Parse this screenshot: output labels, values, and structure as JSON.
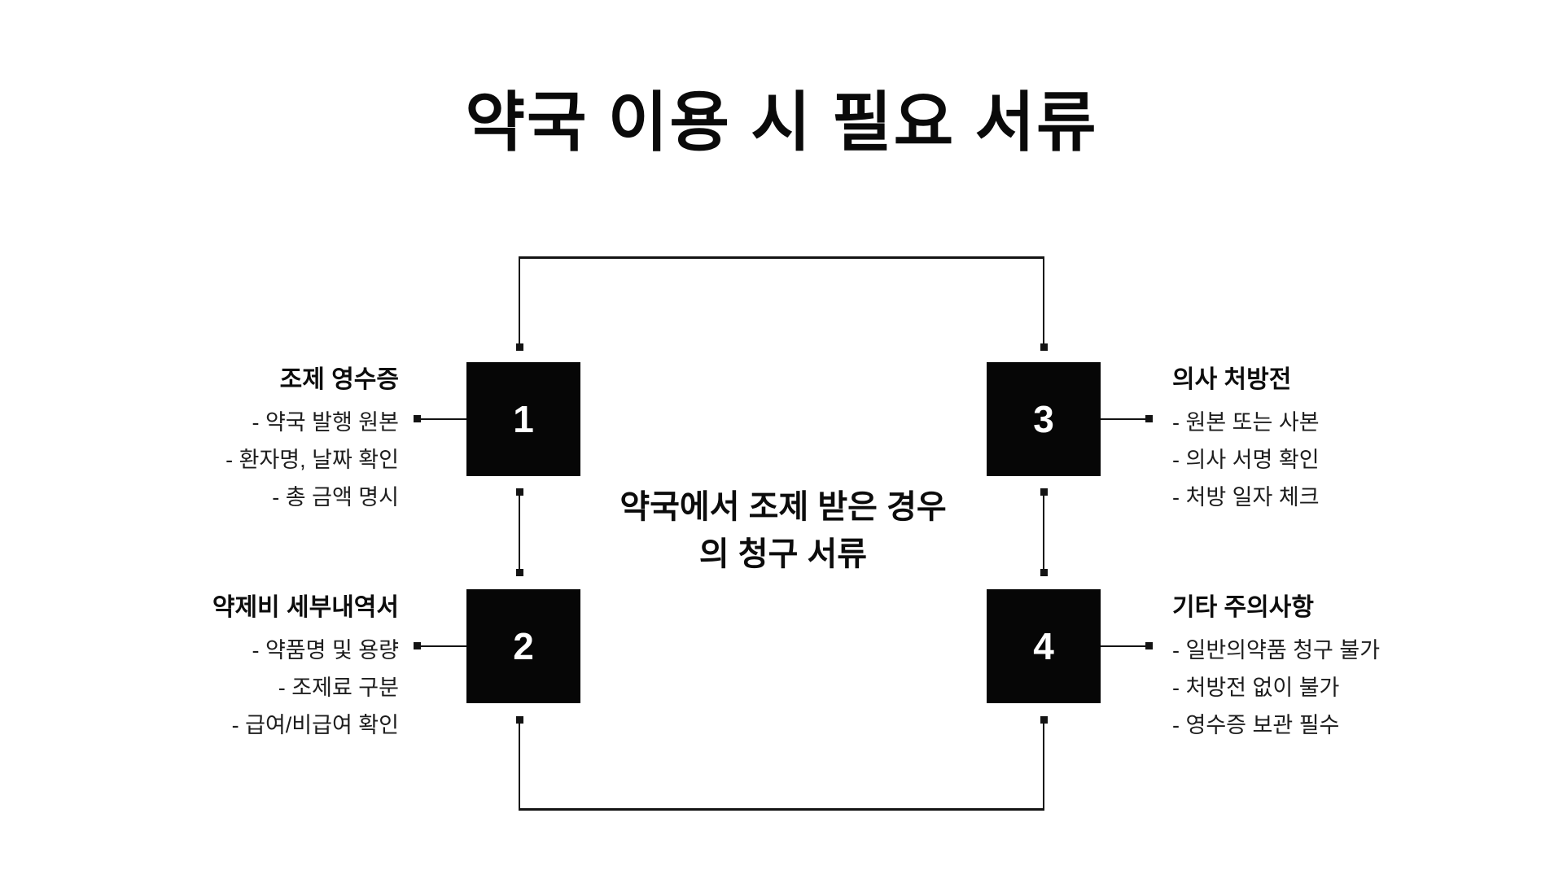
{
  "title": "약국 이용 시 필요 서류",
  "center_note": {
    "line1": "약국에서 조제 받은 경우",
    "line2": "의 청구 서류"
  },
  "nodes": [
    {
      "number": "1",
      "heading": "조제 영수증",
      "items": [
        "- 약국 발행 원본",
        "- 환자명, 날짜 확인",
        "- 총 금액 명시"
      ]
    },
    {
      "number": "2",
      "heading": "약제비 세부내역서",
      "items": [
        "- 약품명 및 용량",
        "- 조제료 구분",
        "- 급여/비급여 확인"
      ]
    },
    {
      "number": "3",
      "heading": "의사 처방전",
      "items": [
        "- 원본 또는 사본",
        "- 의사 서명 확인",
        "- 처방 일자 체크"
      ]
    },
    {
      "number": "4",
      "heading": "기타 주의사항",
      "items": [
        "- 일반의약품 청구 불가",
        "- 처방전 없이 불가",
        "- 영수증 보관 필수"
      ]
    }
  ],
  "colors": {
    "background": "#ffffff",
    "box_fill": "#060606",
    "box_number": "#ffffff",
    "line": "#131313",
    "text": "#111111"
  }
}
